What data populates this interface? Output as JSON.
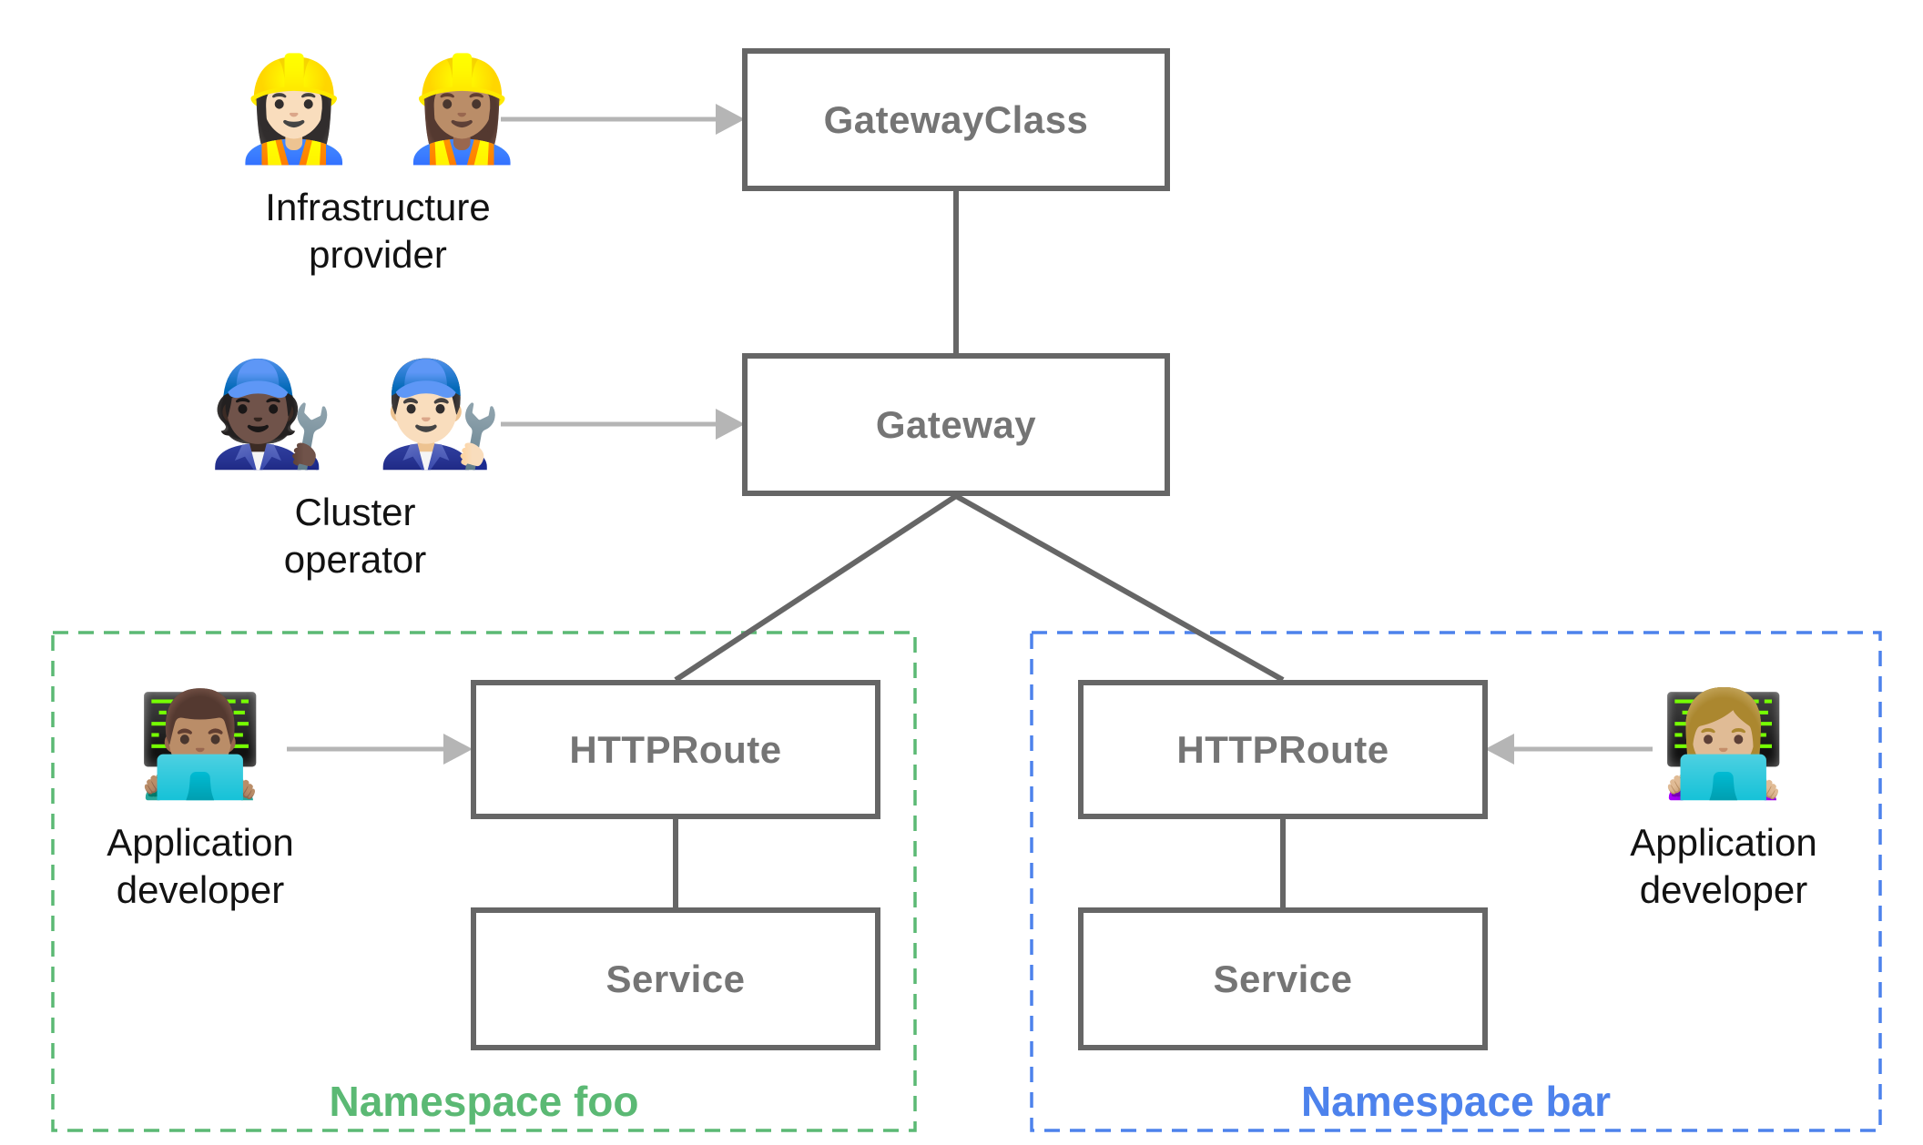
{
  "diagram": {
    "kind": "gateway-api-resource-model"
  },
  "colors": {
    "node_border": "#666666",
    "node_label": "#757575",
    "connector": "#666666",
    "arrow": "#b5b5b5",
    "persona_label": "#121212",
    "namespace_foo": "#5bb974",
    "namespace_bar": "#4d82ec"
  },
  "nodes": {
    "gateway_class": {
      "label": "GatewayClass"
    },
    "gateway": {
      "label": "Gateway"
    },
    "httproute_foo": {
      "label": "HTTPRoute"
    },
    "service_foo": {
      "label": "Service"
    },
    "httproute_bar": {
      "label": "HTTPRoute"
    },
    "service_bar": {
      "label": "Service"
    }
  },
  "personas": {
    "infrastructure_provider": {
      "emoji_1": "👷🏻‍♀️",
      "emoji_2": "👷🏽‍♀️",
      "label_line1": "Infrastructure",
      "label_line2": "provider"
    },
    "cluster_operator": {
      "emoji_1": "🧑🏿‍🔧",
      "emoji_2": "👨🏻‍🔧",
      "label_line1": "Cluster",
      "label_line2": "operator"
    },
    "app_developer_foo": {
      "emoji_1": "👨🏽‍💻",
      "label_line1": "Application",
      "label_line2": "developer"
    },
    "app_developer_bar": {
      "emoji_1": "👩🏼‍💻",
      "label_line1": "Application",
      "label_line2": "developer"
    }
  },
  "namespaces": {
    "foo": {
      "label": "Namespace foo"
    },
    "bar": {
      "label": "Namespace bar"
    }
  }
}
